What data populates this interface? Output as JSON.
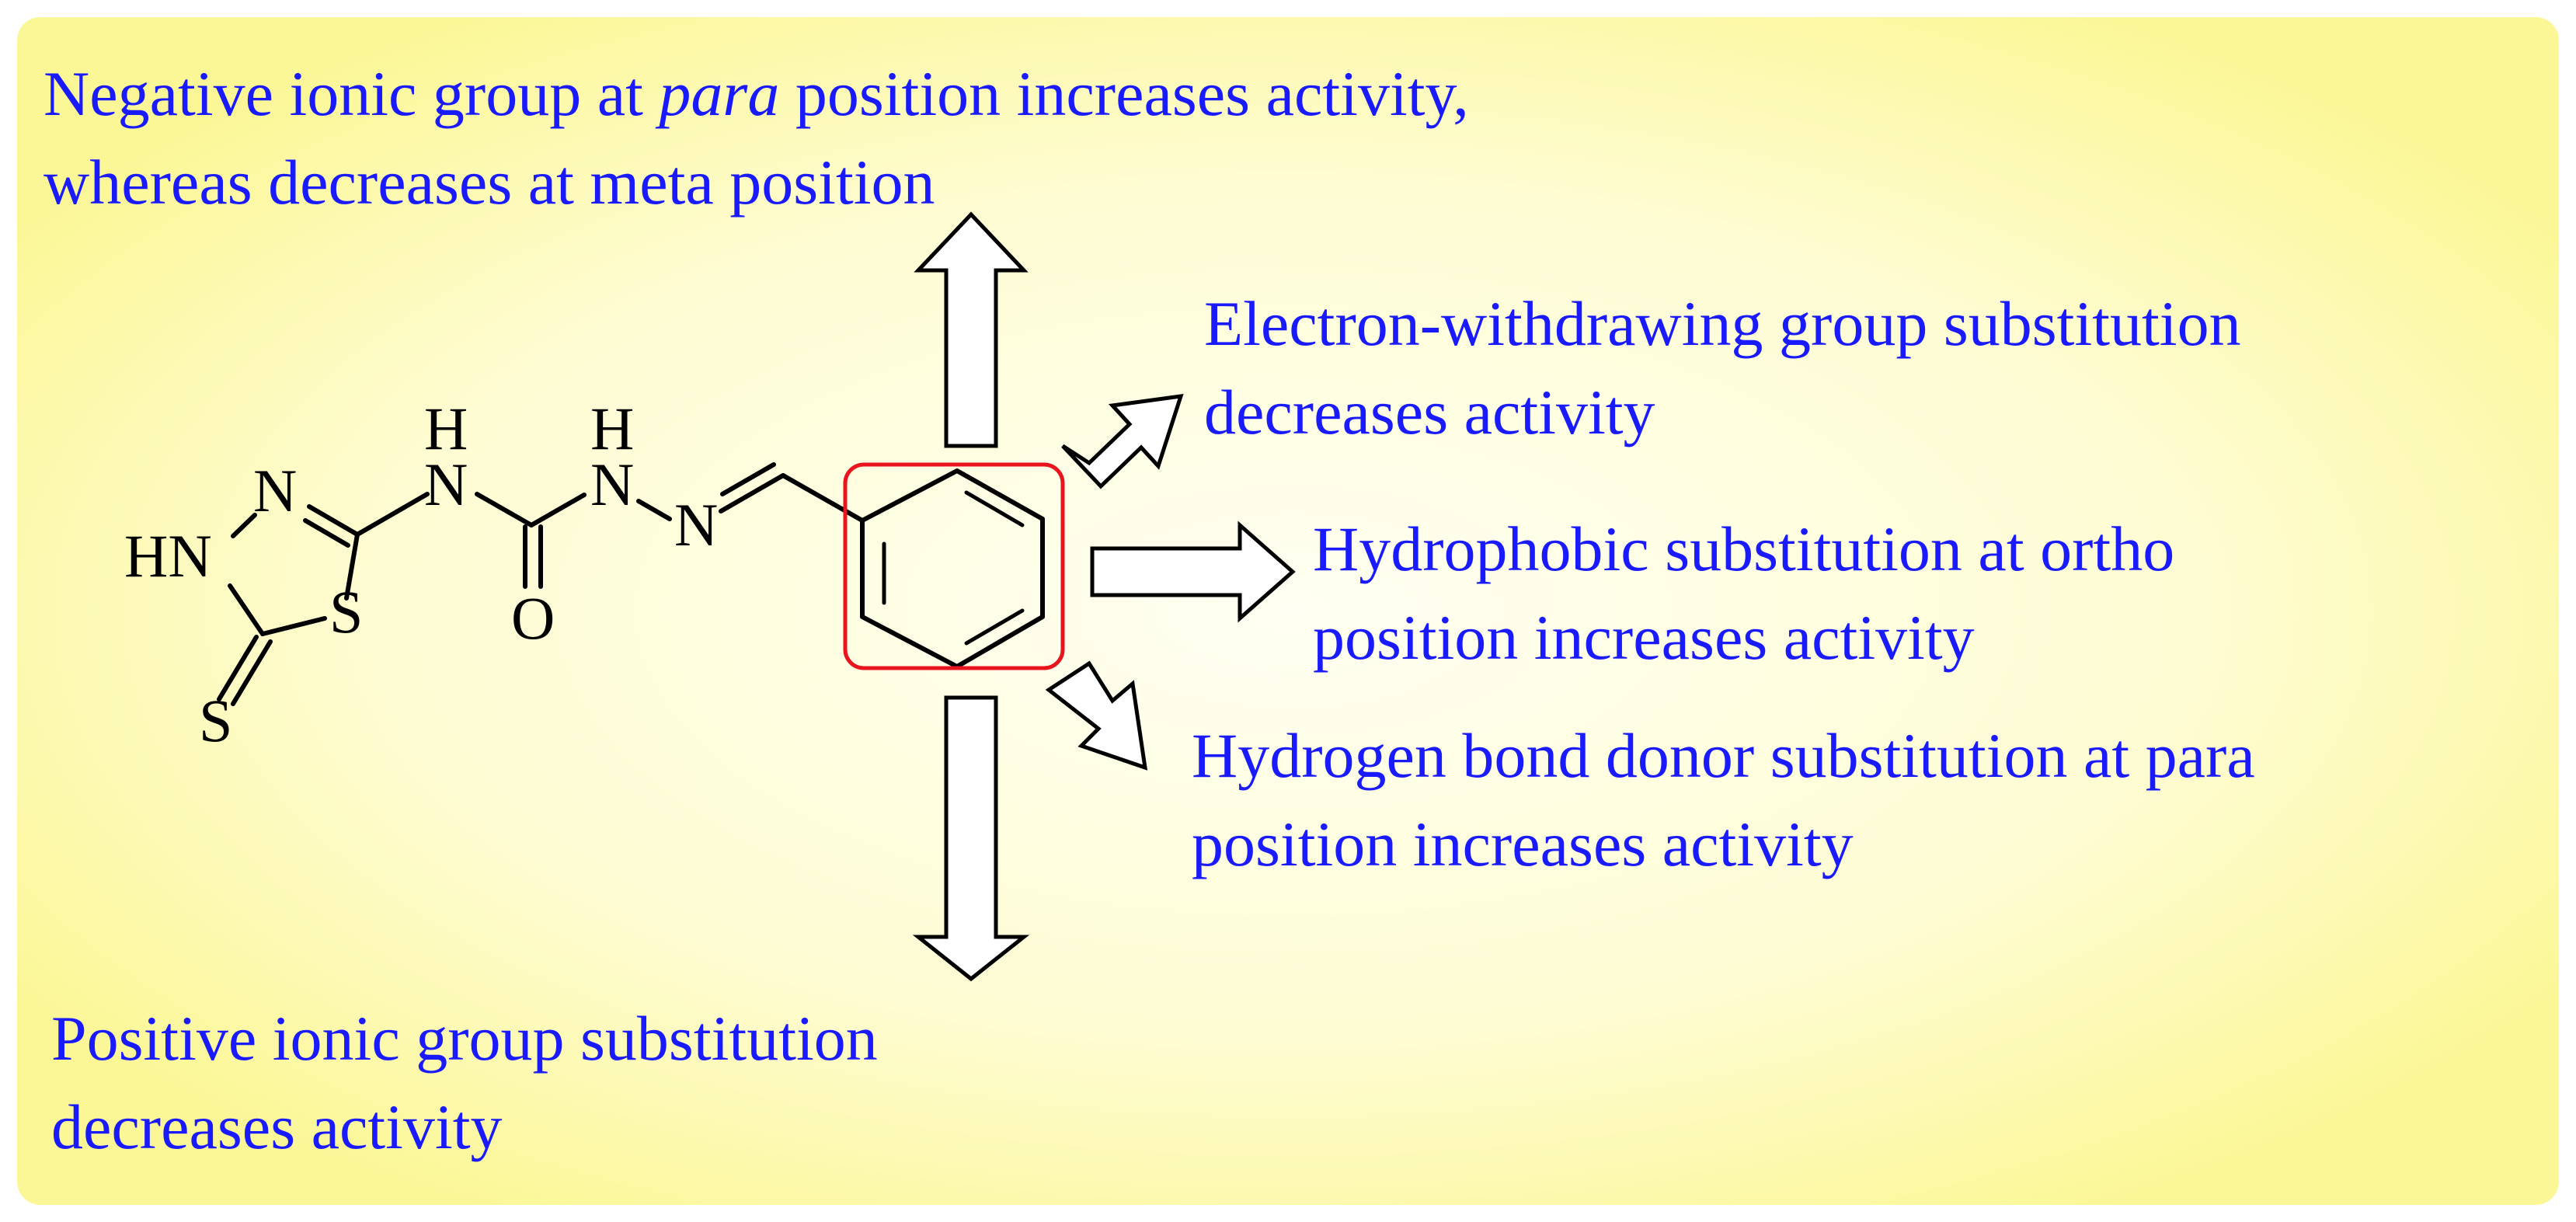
{
  "colors": {
    "annotation_text": "#1a1aff",
    "highlight_box": "#e8141e",
    "background_center": "#fffff0",
    "background_edge": "#fbf796"
  },
  "annotations": {
    "top": {
      "line1_a": "Negative ionic group at ",
      "line1_italic": "para",
      "line1_b": " position increases activity,",
      "line2": "whereas decreases at meta position"
    },
    "upper_right": {
      "line1": "Electron-withdrawing group substitution",
      "line2": "decreases activity"
    },
    "right": {
      "line1": "Hydrophobic substitution at ortho",
      "line2": "position increases activity"
    },
    "lower_right": {
      "line1": "Hydrogen bond donor substitution at para",
      "line2": "position increases activity"
    },
    "bottom": {
      "line1": "Positive ionic group substitution",
      "line2": "decreases activity"
    }
  },
  "molecule": {
    "atoms": {
      "n_ring": "N",
      "hn": "HN",
      "s_ring": "S",
      "s_thione": "S",
      "nh1_n": "N",
      "nh1_h": "H",
      "o": "O",
      "nh2_n": "N",
      "nh2_h": "H",
      "n_imine": "N"
    }
  }
}
